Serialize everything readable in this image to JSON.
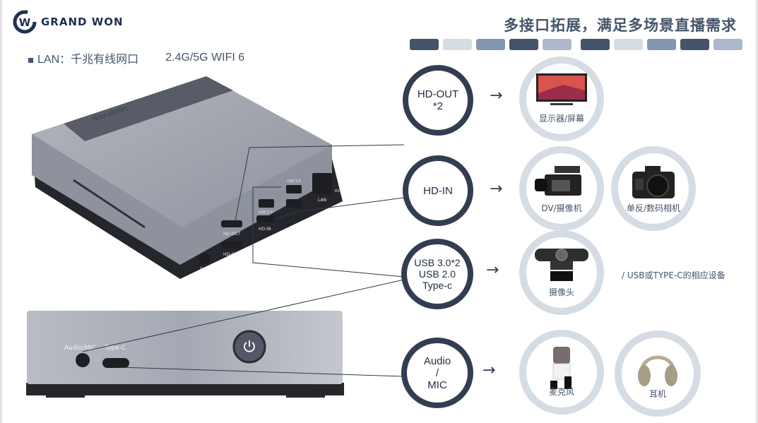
{
  "brand": {
    "name": "GRAND WON"
  },
  "features": {
    "lan": "LAN：千兆有线网口",
    "wifi": "2.4G/5G WIFI 6"
  },
  "title": "多接口拓展，满足多场景直播需求",
  "swatch_colors": [
    "#44546a",
    "#d6dce4",
    "#8497b0",
    "#44546a",
    "#adb9ca",
    "#44546a",
    "#d6dce4",
    "#8497b0",
    "#44546a",
    "#adb9ca"
  ],
  "device_labels": {
    "top_brand": "GRAND WON",
    "hd_out": "HD-OUT",
    "hd_in": "HD-IN",
    "usb3": "USB 3.0",
    "usb2": "USB 2.0",
    "lan": "LAN",
    "rst": "RST",
    "dc": "DC",
    "audio_mic": "Audio/MIC",
    "type_c": "Type-C"
  },
  "interfaces": [
    {
      "lines": [
        "HD-OUT",
        "*2"
      ],
      "devices": [
        "显示器/屏幕"
      ]
    },
    {
      "lines": [
        "HD-IN"
      ],
      "devices": [
        "DV/摄像机",
        "单反/数码相机"
      ]
    },
    {
      "lines": [
        "USB 3.0*2",
        "USB 2.0",
        "Type-c"
      ],
      "devices": [
        "摄像头"
      ],
      "note": "/ USB或TYPE-C的相应设备"
    },
    {
      "lines": [
        "Audio",
        "/",
        "MIC"
      ],
      "devices": [
        "麦克风",
        "耳机"
      ]
    }
  ],
  "arrow": "→"
}
